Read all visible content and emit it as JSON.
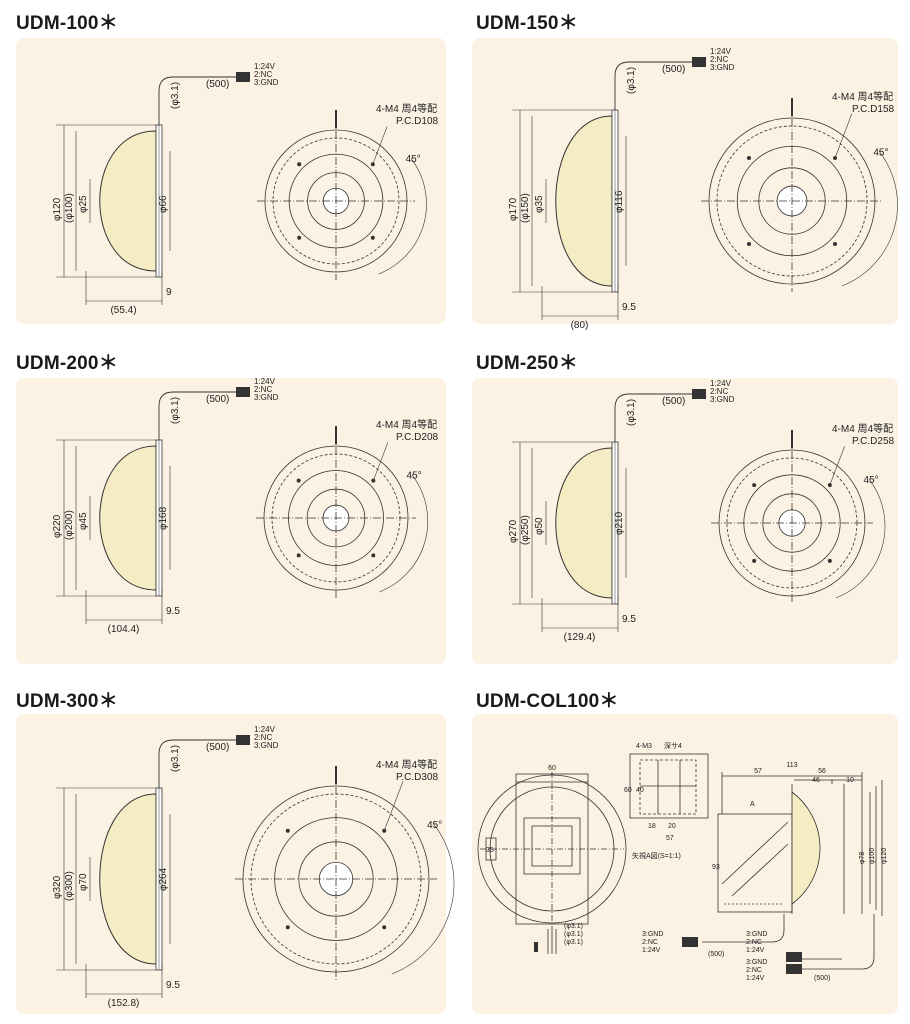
{
  "panels": [
    {
      "title": "UDM-100＊",
      "cable": "(φ3.1)",
      "length": "(500)",
      "pins": [
        "1:24V",
        "2:NC",
        "3:GND"
      ],
      "mount": "4-M4 周4等配",
      "pcd": "P.C.D108",
      "angle": "45°",
      "outer": "φ120",
      "inner": "(φ100)",
      "hole": "φ25",
      "base": "φ66",
      "depth": "(55.4)",
      "flange": "9"
    },
    {
      "title": "UDM-150＊",
      "cable": "(φ3.1)",
      "length": "(500)",
      "pins": [
        "1:24V",
        "2:NC",
        "3:GND"
      ],
      "mount": "4-M4 周4等配",
      "pcd": "P.C.D158",
      "angle": "45°",
      "outer": "φ170",
      "inner": "(φ150)",
      "hole": "φ35",
      "base": "φ116",
      "depth": "(80)",
      "flange": "9.5"
    },
    {
      "title": "UDM-200＊",
      "cable": "(φ3.1)",
      "length": "(500)",
      "pins": [
        "1:24V",
        "2:NC",
        "3:GND"
      ],
      "mount": "4-M4 周4等配",
      "pcd": "P.C.D208",
      "angle": "45°",
      "outer": "φ220",
      "inner": "(φ200)",
      "hole": "φ45",
      "base": "φ168",
      "depth": "(104.4)",
      "flange": "9.5"
    },
    {
      "title": "UDM-250＊",
      "cable": "(φ3.1)",
      "length": "(500)",
      "pins": [
        "1:24V",
        "2:NC",
        "3:GND"
      ],
      "mount": "4-M4 周4等配",
      "pcd": "P.C.D258",
      "angle": "45°",
      "outer": "φ270",
      "inner": "(φ250)",
      "hole": "φ50",
      "base": "φ210",
      "depth": "(129.4)",
      "flange": "9.5"
    },
    {
      "title": "UDM-300＊",
      "cable": "(φ3.1)",
      "length": "(500)",
      "pins": [
        "1:24V",
        "2:NC",
        "3:GND"
      ],
      "mount": "4-M4 周4等配",
      "pcd": "P.C.D308",
      "angle": "45°",
      "outer": "φ320",
      "inner": "(φ300)",
      "hole": "φ70",
      "base": "φ264",
      "depth": "(152.8)",
      "flange": "9.5"
    }
  ],
  "col": {
    "title": "UDM-COL100＊",
    "mount": "4-M3",
    "depth_label": "深サ4",
    "front_w": "60",
    "sq_h": "60",
    "sq_in": "40",
    "sq_b1": "18",
    "sq_b2": "20",
    "sq_w": "57",
    "view": "矢視A図(S=1:1)",
    "arrow": "A",
    "side_h": "93",
    "total": "113",
    "seg1": "57",
    "seg2": "56",
    "seg3": "46",
    "seg4": "10",
    "d1": "φ78",
    "d2": "φ100",
    "d3": "φ120",
    "side_mark": "35",
    "cables": [
      "(φ3.1)",
      "(φ3.1)",
      "(φ3.1)"
    ],
    "pins": [
      "3:GND",
      "2:NC",
      "1:24V"
    ],
    "len1": "(500)",
    "len2": "(500)"
  },
  "colors": {
    "panel": "#fcf2e4",
    "dome": "#f5ecc4",
    "line": "#333333"
  }
}
